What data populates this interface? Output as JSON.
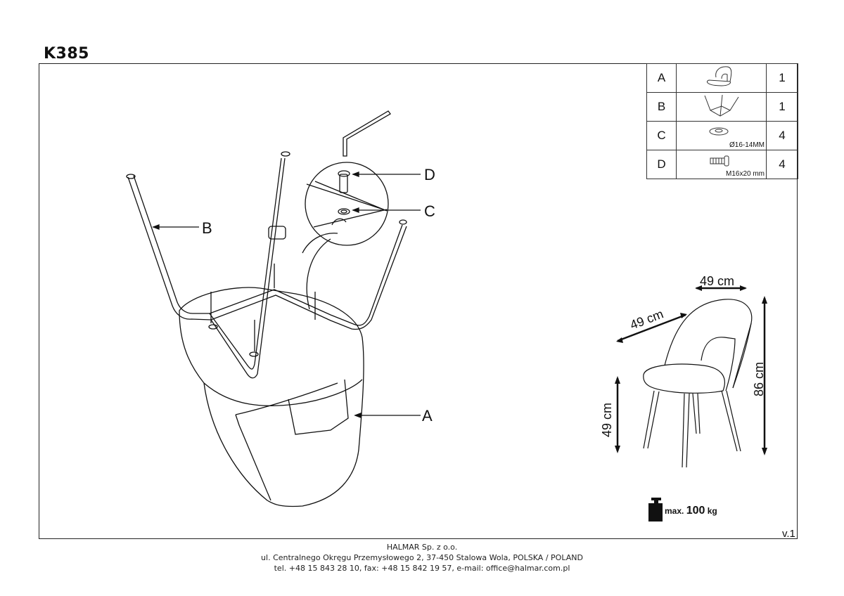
{
  "document": {
    "model": "K385",
    "version": "v.1"
  },
  "parts_table": {
    "rows": [
      {
        "letter": "A",
        "icon": "chair-seat-icon",
        "spec": "",
        "qty": "1"
      },
      {
        "letter": "B",
        "icon": "leg-frame-icon",
        "spec": "",
        "qty": "1"
      },
      {
        "letter": "C",
        "icon": "washer-icon",
        "spec": "Ø16-14MM",
        "qty": "4"
      },
      {
        "letter": "D",
        "icon": "bolt-icon",
        "spec": "M16x20 mm",
        "qty": "4"
      }
    ]
  },
  "assembly_labels": {
    "a": "A",
    "b": "B",
    "c": "C",
    "d": "D"
  },
  "dimensions": {
    "width": "49 cm",
    "depth": "49 cm",
    "seat_height": "49 cm",
    "total_height": "86 cm"
  },
  "max_load": {
    "prefix": "max.",
    "value": "100",
    "unit": "kg"
  },
  "footer": {
    "company": "HALMAR Sp. z o.o.",
    "address": "ul. Centralnego Okręgu Przemysłowego 2, 37-450 Stalowa Wola, POLSKA / POLAND",
    "contact": "tel. +48 15 843 28 10, fax: +48 15 842 19 57, e-mail: office@halmar.com.pl"
  }
}
